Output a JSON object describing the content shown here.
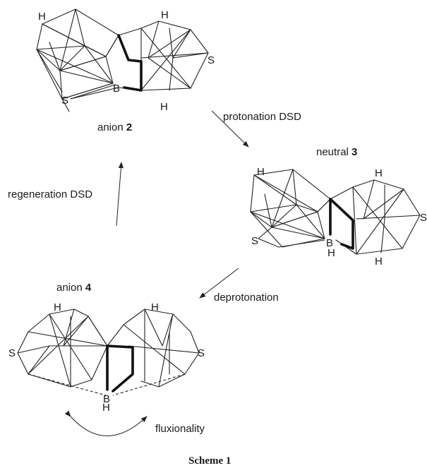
{
  "structures": {
    "anion2": {
      "label": "anion ",
      "number": "2",
      "atoms": {
        "h1": "H",
        "h2": "H",
        "h3": "H",
        "s1": "S",
        "s2": "S",
        "b": "B"
      }
    },
    "neutral3": {
      "label": "neutral ",
      "number": "3",
      "atoms": {
        "h1": "H",
        "h2": "H",
        "h3": "H",
        "h4": "H",
        "s1": "S",
        "s2": "S",
        "b": "B"
      }
    },
    "anion4": {
      "label": "anion ",
      "number": "4",
      "atoms": {
        "h1": "H",
        "h2": "H",
        "h3": "H",
        "s1": "S",
        "s2": "S",
        "b": "B"
      }
    }
  },
  "steps": {
    "protonation": "protonation DSD",
    "regeneration": "regeneration DSD",
    "deprotonation": "deprotonation",
    "fluxionality": "fluxionality"
  },
  "caption": "Scheme 1"
}
